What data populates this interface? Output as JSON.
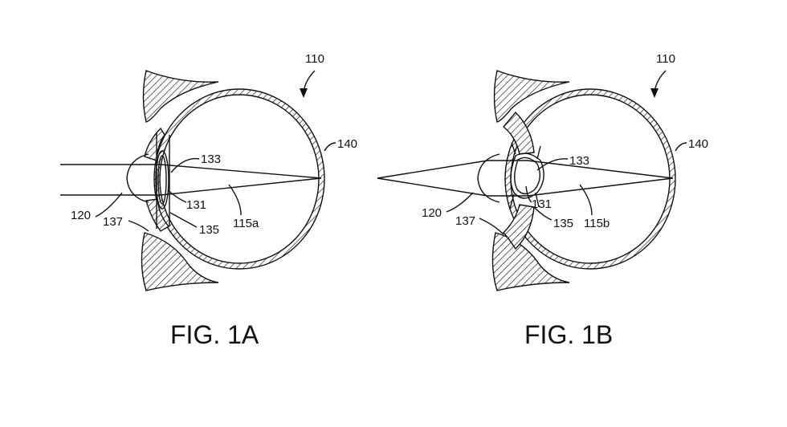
{
  "figures": [
    {
      "caption": "FIG. 1A",
      "labels": {
        "eye": "110",
        "retina": "140",
        "lens_capsule": "133",
        "lens": "131",
        "cornea": "120",
        "ciliary": "137",
        "zonules": "135",
        "light_path": "115a"
      },
      "accommodation": "far"
    },
    {
      "caption": "FIG. 1B",
      "labels": {
        "eye": "110",
        "retina": "140",
        "lens_capsule": "133",
        "lens": "131",
        "cornea": "120",
        "ciliary": "137",
        "zonules": "135",
        "light_path": "115b"
      },
      "accommodation": "near"
    }
  ],
  "colors": {
    "ink": "#111111",
    "background": "#ffffff"
  }
}
